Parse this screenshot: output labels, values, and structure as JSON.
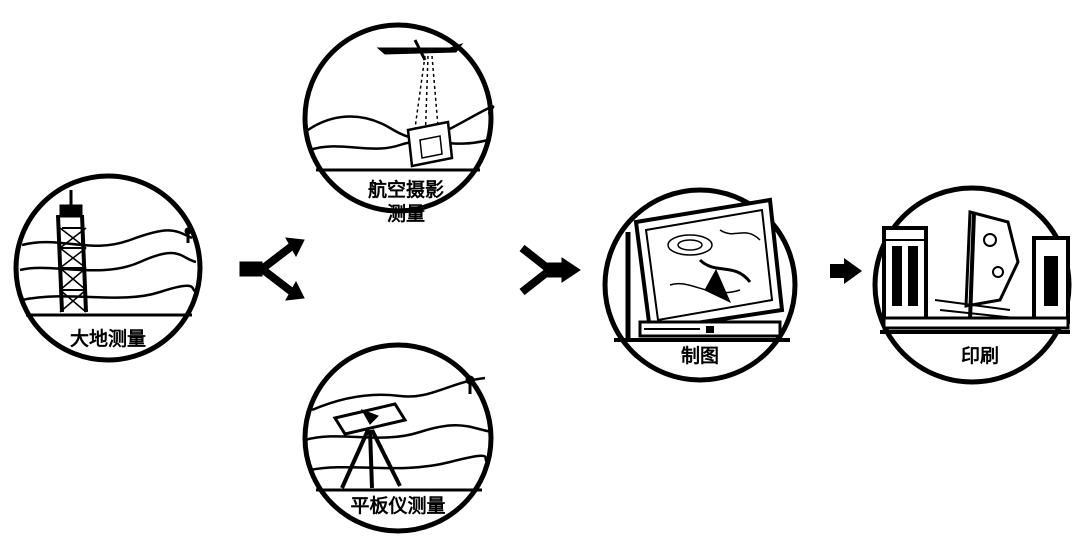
{
  "stages": {
    "geodetic": {
      "label": "大地测量",
      "icon": "survey-tower-icon"
    },
    "aerial": {
      "label_line1": "航空摄影",
      "label_line2": "测量",
      "icon": "airplane-photo-icon"
    },
    "plane_table": {
      "label": "平板仪测量",
      "icon": "tripod-icon"
    },
    "cartography": {
      "label": "制图",
      "icon": "drafting-table-icon"
    },
    "printing": {
      "label": "印刷",
      "icon": "printing-press-icon"
    }
  },
  "colors": {
    "ink": "#000000",
    "paper": "#ffffff"
  }
}
